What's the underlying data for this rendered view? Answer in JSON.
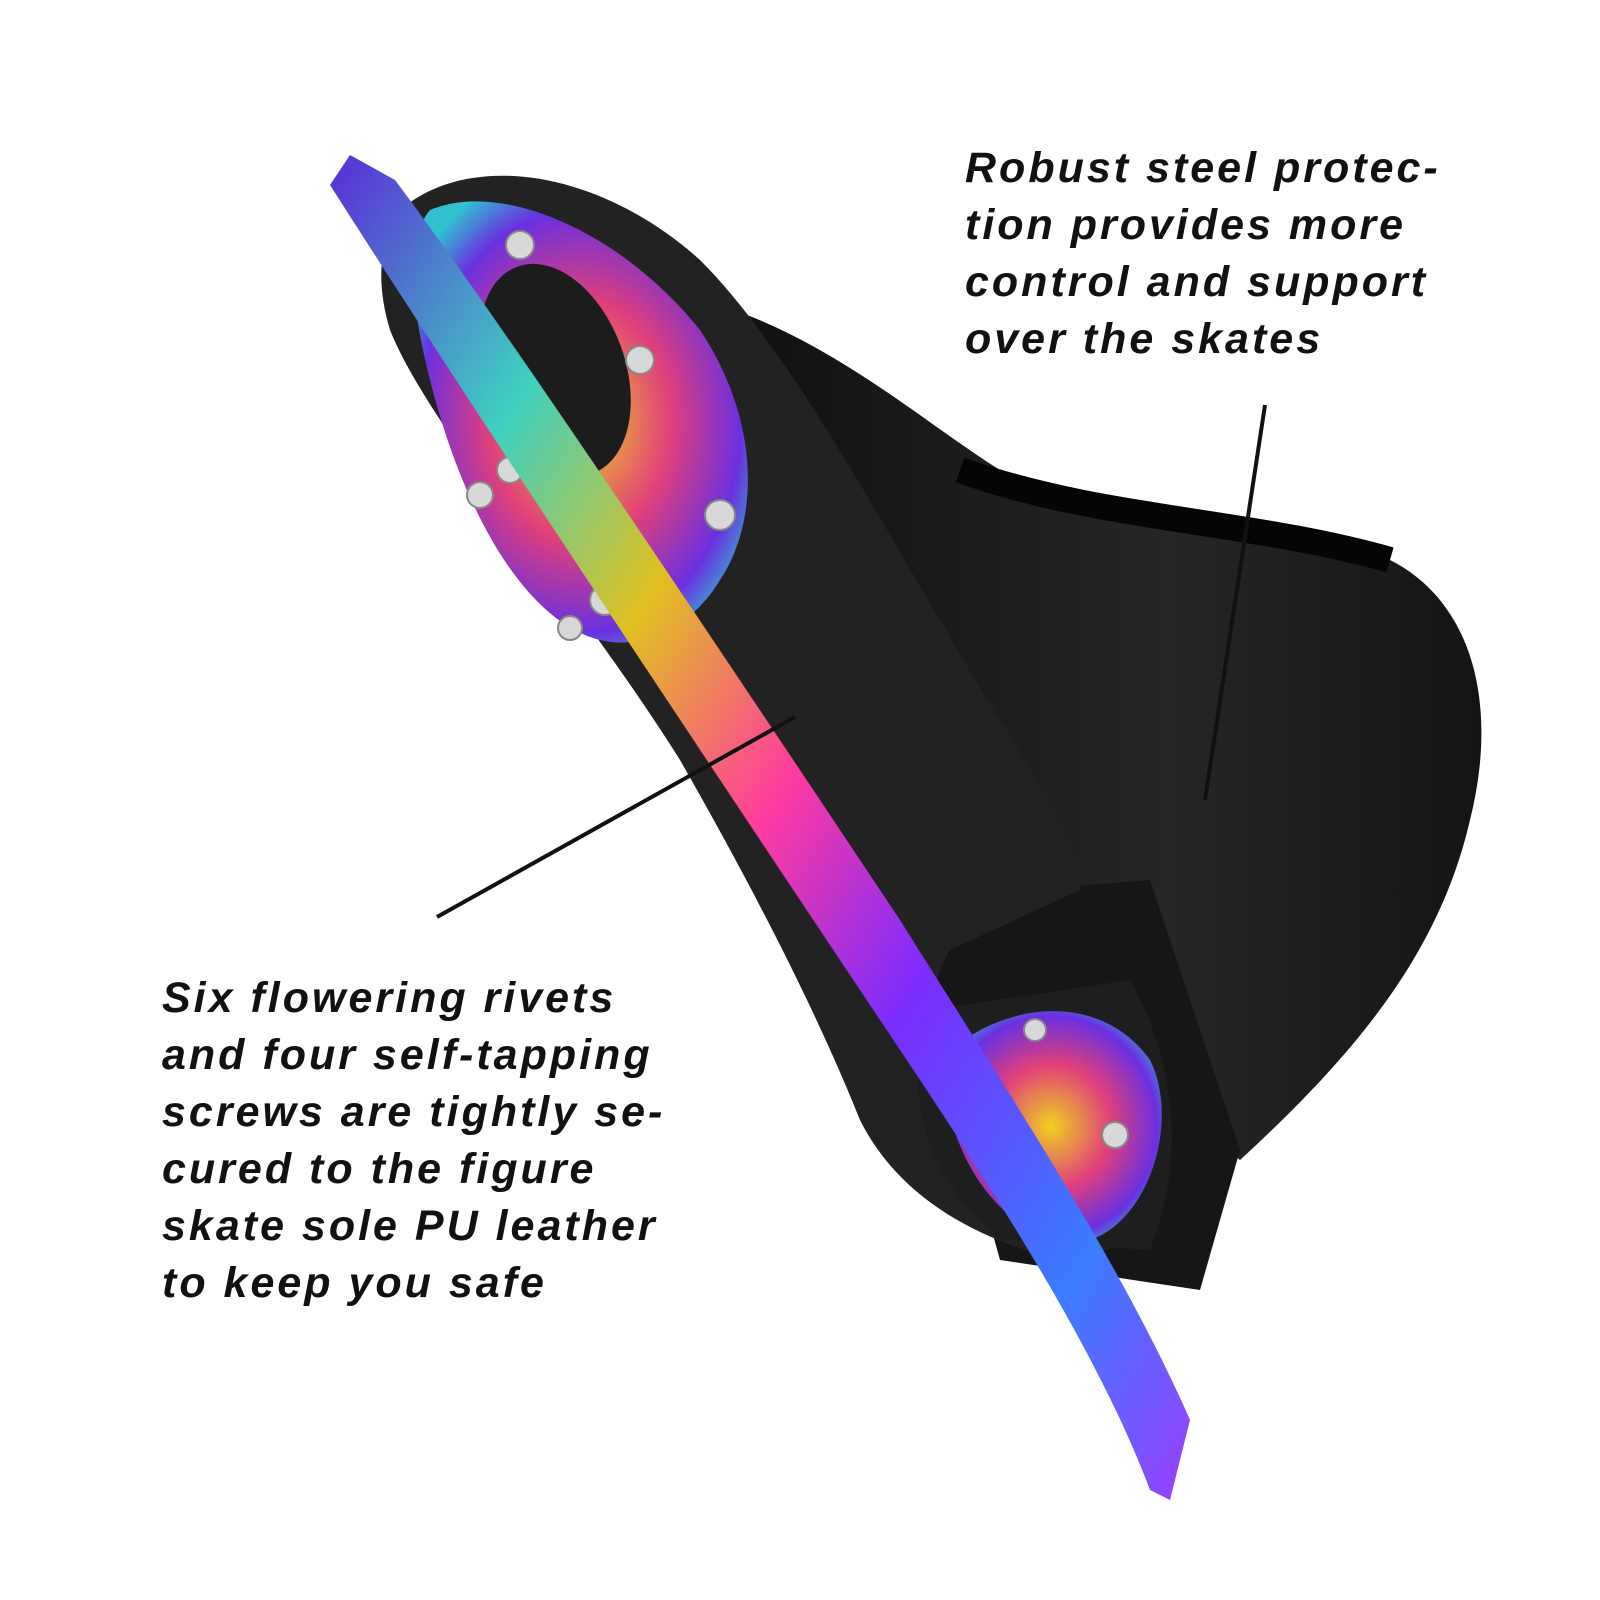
{
  "callouts": {
    "steel_protection": {
      "lines": [
        "Robust steel protec-",
        "tion provides more",
        "control and support",
        "over the skates"
      ]
    },
    "rivets": {
      "lines": [
        "Six flowering rivets",
        "and four self-tapping",
        "screws are tightly se-",
        "cured to the figure",
        "skate sole PU leather",
        "to keep you safe"
      ]
    }
  },
  "colors": {
    "boot": "#1a1a1a",
    "sole": "#222222",
    "blade_iridescent": [
      "#7b2cff",
      "#3fd0c0",
      "#e0c020",
      "#ff3aa0"
    ]
  }
}
